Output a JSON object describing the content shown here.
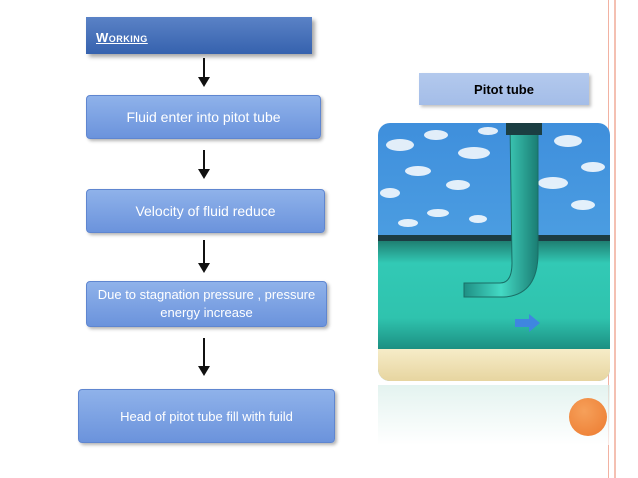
{
  "title": "Working",
  "steps": [
    "Fluid enter into pitot tube",
    "Velocity of fluid reduce",
    "Due to stagnation pressure , pressure energy increase",
    "Head of pitot tube fill with fuild"
  ],
  "image_label": "Pitot tube",
  "colors": {
    "title_bg": "#3662ae",
    "box_fill": "#7aa0e3",
    "accent": "#ec7a2f",
    "water": "#31c8b4",
    "sky": "#4aa0e6"
  },
  "icons": [
    "down-arrow-icon",
    "flow-arrow-icon"
  ]
}
